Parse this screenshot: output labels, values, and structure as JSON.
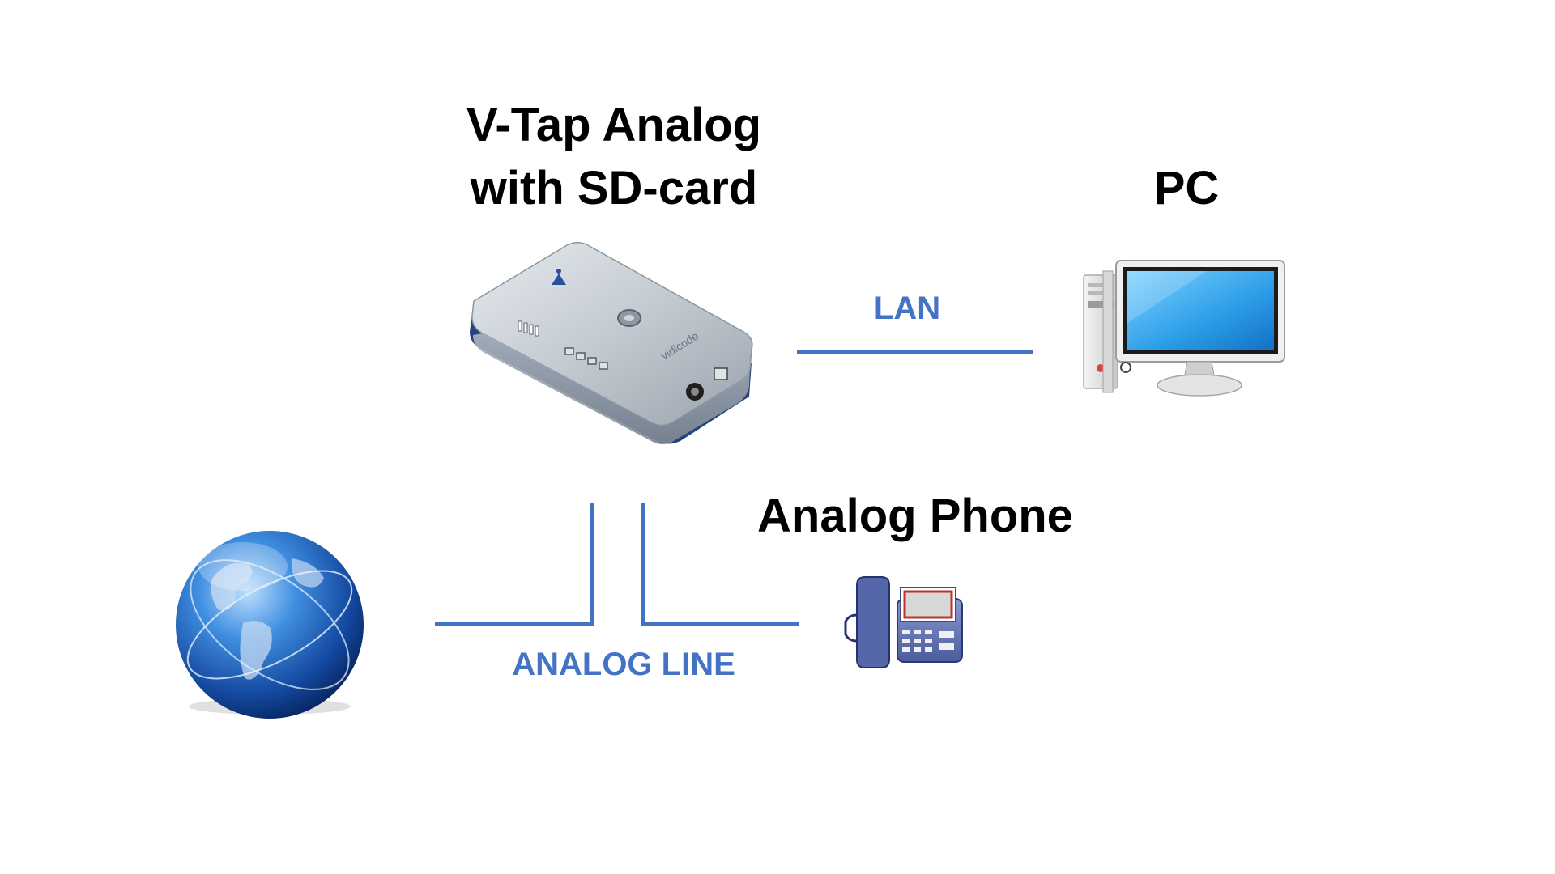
{
  "device": {
    "title_line1": "V-Tap Analog",
    "title_line2": "with SD-card",
    "brand_text": "vidicode"
  },
  "pc": {
    "title": "PC"
  },
  "phone": {
    "title": "Analog Phone"
  },
  "connections": {
    "lan_label": "LAN",
    "analog_line_label": "ANALOG LINE"
  },
  "icons": [
    "vtap-device-icon",
    "pc-icon",
    "globe-icon",
    "phone-icon"
  ],
  "colors": {
    "line": "#4472c4",
    "label": "#4472c4",
    "text": "#000000"
  }
}
